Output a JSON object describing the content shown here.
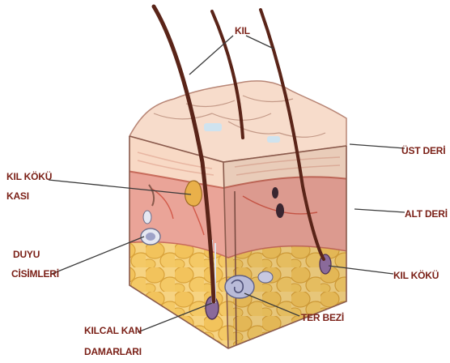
{
  "colors": {
    "label": "#7a1f16",
    "leader": "#3a3a3a",
    "hair": "#5a2418",
    "epidermis": "#f7d9c4",
    "dermis": "#e9a69a",
    "fat": "#f2c35c",
    "gland": "#8d8fb8"
  },
  "labels": {
    "kil": "KIL",
    "kil_koku_kasi_1": "KIL KÖKÜ",
    "kil_koku_kasi_2": "KASI",
    "ust_deri": "ÜST DERİ",
    "alt_deri": "ALT DERİ",
    "duyu_cisimleri_1": "DUYU",
    "duyu_cisimleri_2": "CİSİMLERİ",
    "kil_koku": "KIL KÖKÜ",
    "ter_bezi": "TER BEZİ",
    "kilcal_kan_damarlari_1": "KILCAL KAN",
    "kilcal_kan_damarlari_2": "DAMARLARI"
  }
}
